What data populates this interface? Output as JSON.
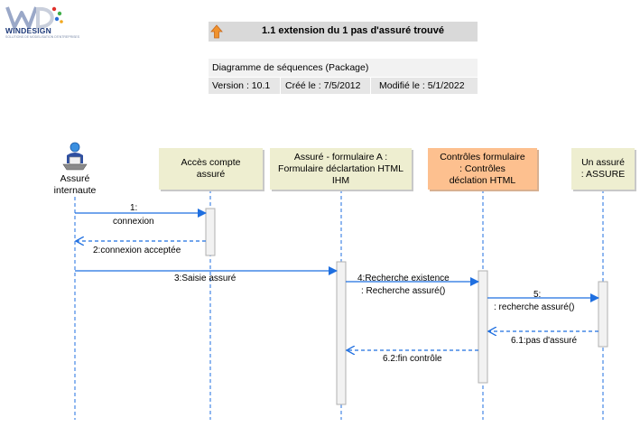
{
  "brand": {
    "name": "WINDESIGN",
    "tagline": "SOLUTIONS DE MODELISATION D'ENTREPRISES"
  },
  "header": {
    "title": "1.1 extension du 1 pas d'assuré trouvé",
    "subtitle": "Diagramme de séquences (Package)",
    "version": "Version : 10.1",
    "created": "Créé le : 7/5/2012",
    "modified": "Modifié le : 5/1/2022"
  },
  "actor": {
    "name": "Assuré internaute",
    "line1": "Assuré",
    "line2": "internaute"
  },
  "objects": {
    "acces": {
      "line1": "Accès compte",
      "line2": "assuré"
    },
    "form": {
      "line1": "Assuré  - formulaire A :",
      "line2": "Formulaire déclartation HTML",
      "line3": "IHM"
    },
    "controles": {
      "line1": "Contrôles formulaire",
      "line2": ": Contrôles",
      "line3": "déclation HTML"
    },
    "assure": {
      "line1": "Un assuré",
      "line2": ": ASSURE"
    }
  },
  "messages": {
    "m1a": "1:",
    "m1b": "connexion",
    "m2": "2:connexion acceptée",
    "m3": "3:Saisie assuré",
    "m4a": "4:Recherche existence",
    "m4b": ": Recherche assuré()",
    "m5a": "5:",
    "m5b": ": recherche assuré()",
    "m61": "6.1:pas d'assuré",
    "m62": "6.2:fin contrôle"
  },
  "colors": {
    "message": "#1f6fe0",
    "lifeline": "#1f6fe0",
    "box_neutral": "#eeeed0",
    "box_highlight": "#fdc08f",
    "activation": "#f2f2f2"
  },
  "icons": [
    "windesign-logo",
    "up-arrow-icon",
    "actor-icon"
  ]
}
